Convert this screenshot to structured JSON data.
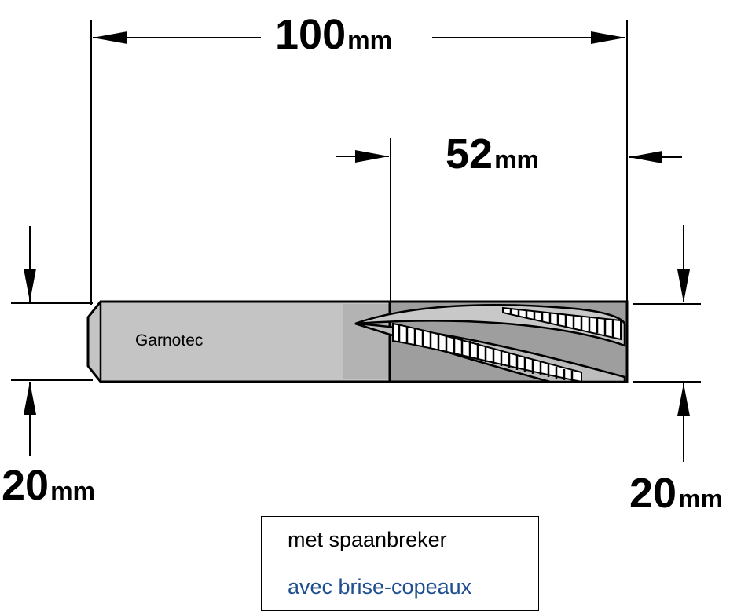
{
  "dimensions": {
    "total_length": {
      "value": "100",
      "unit": "mm"
    },
    "cutting_length": {
      "value": "52",
      "unit": "mm"
    },
    "shank_diameter": {
      "value": "20",
      "unit": "mm"
    },
    "cutting_diameter": {
      "value": "20",
      "unit": "mm"
    }
  },
  "tool": {
    "brand": "Garnotec"
  },
  "legend": {
    "line1": "met spaanbreker",
    "line2": "avec brise-copeaux"
  },
  "colors": {
    "shank": "#c4c4c4",
    "cutter": "#9e9e9e",
    "outline": "#000000",
    "legend_line2": "#1f4f8f"
  }
}
